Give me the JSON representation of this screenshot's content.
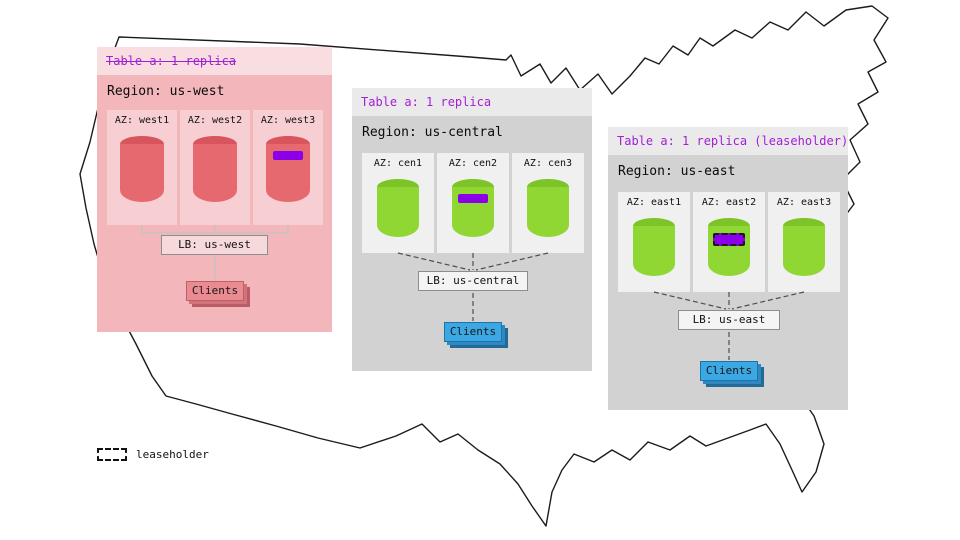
{
  "legend": {
    "label": "leaseholder"
  },
  "colors": {
    "purple_text": "#a21fd6",
    "replica_range_purple": "#8a00e8",
    "west_cylinder_red": "#e76970",
    "green_cylinder": "#91d734",
    "clients_blue": "#3ba7e3",
    "clients_pink": "#ea8b91",
    "west_panel_pink": "#f3b7bb",
    "gray_panel": "#d2d2d2"
  },
  "regions": {
    "west": {
      "table_label": "Table a: 1 replica",
      "table_label_struck_out": true,
      "region_label": "Region: us-west",
      "azs": [
        "AZ: west1",
        "AZ: west2",
        "AZ: west3"
      ],
      "replica_az": "AZ: west3",
      "lb_label": "LB: us-west",
      "clients_label": "Clients"
    },
    "central": {
      "table_label": "Table a: 1 replica",
      "region_label": "Region: us-central",
      "azs": [
        "AZ: cen1",
        "AZ: cen2",
        "AZ: cen3"
      ],
      "replica_az": "AZ: cen2",
      "lb_label": "LB: us-central",
      "clients_label": "Clients"
    },
    "east": {
      "table_label": "Table a: 1 replica (leaseholder)",
      "region_label": "Region: us-east",
      "azs": [
        "AZ: east1",
        "AZ: east2",
        "AZ: east3"
      ],
      "replica_az": "AZ: east2",
      "leaseholder": true,
      "lb_label": "LB: us-east",
      "clients_label": "Clients"
    }
  }
}
